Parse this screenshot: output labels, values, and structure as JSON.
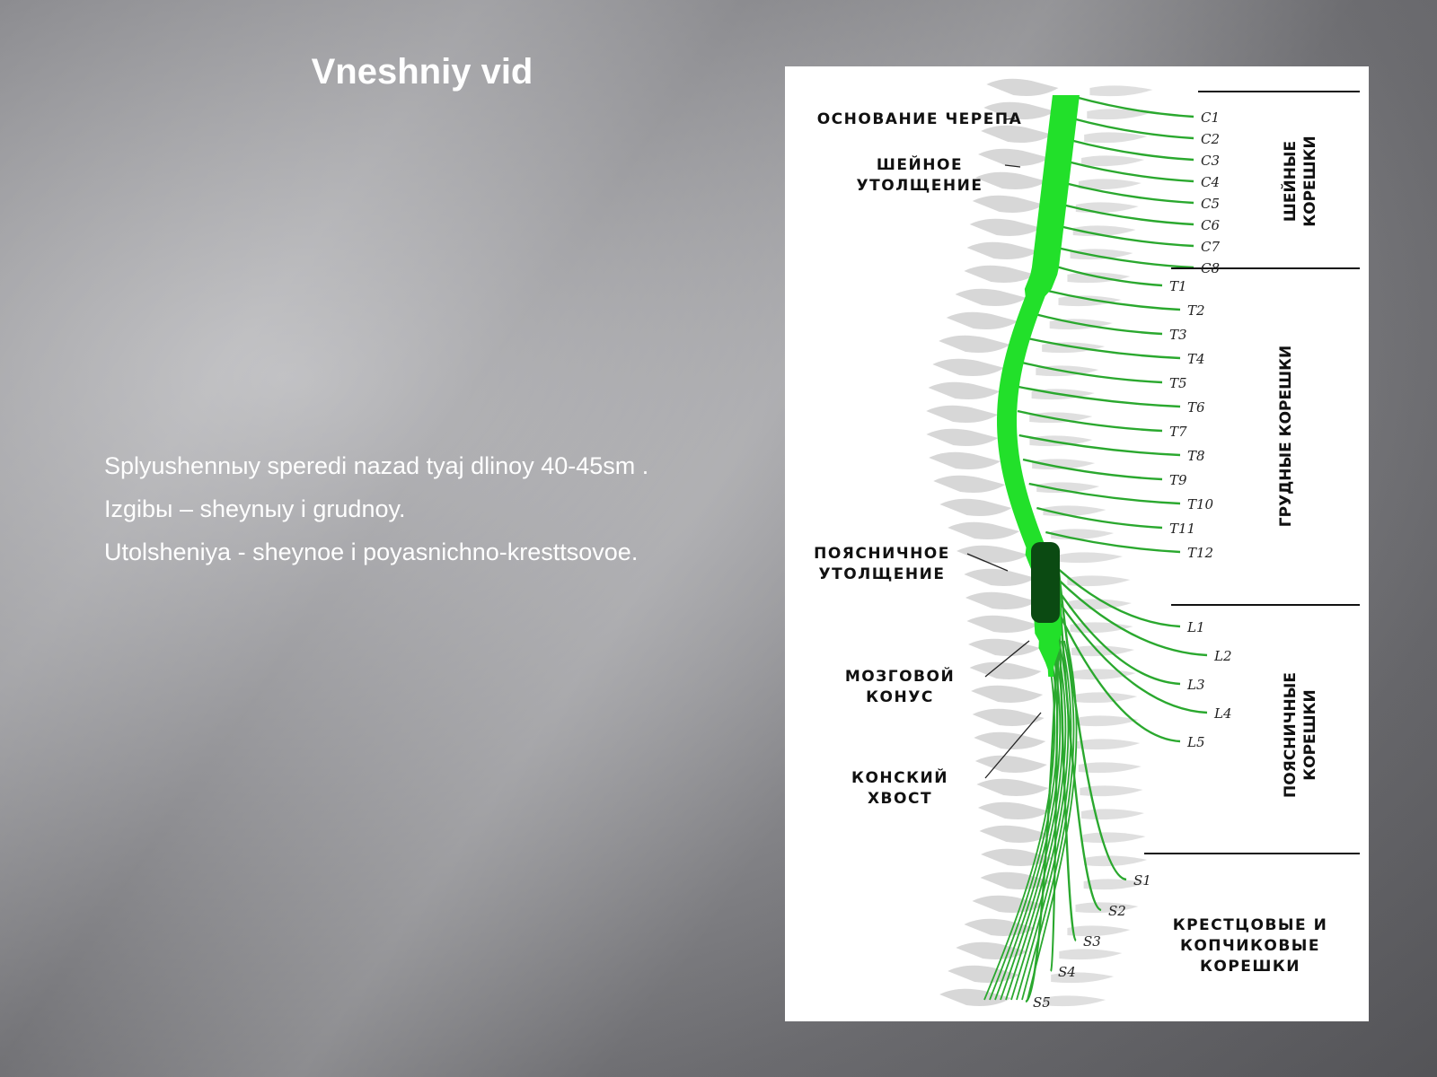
{
  "slide": {
    "title": "Vneshniy vid",
    "bullets": [
      "Splyushennыy speredi nazad tyaj dlinoy 40-45sm .",
      "Izgibы – sheynыy i grudnoy.",
      "Utolsheniya - sheynoe i poyasnichno-kresttsovoe."
    ]
  },
  "diagram": {
    "labels_left": [
      "ОСНОВАНИЕ ЧЕРЕПА",
      [
        "ШЕЙНОЕ",
        "УТОЛЩЕНИЕ"
      ],
      [
        "ПОЯСНИЧНОЕ",
        "УТОЛЩЕНИЕ"
      ],
      [
        "МОЗГОВОЙ",
        "КОНУС"
      ],
      [
        "КОНСКИЙ",
        "ХВОСТ"
      ]
    ],
    "section_labels": [
      [
        "ШЕЙНЫЕ",
        "КОРЕШКИ"
      ],
      [
        "ГРУДНЫЕ КОРЕШКИ"
      ],
      [
        "ПОЯСНИЧНЫЕ",
        "КОРЕШКИ"
      ],
      [
        "КРЕСТЦОВЫЕ И",
        "КОПЧИКОВЫЕ",
        "КОРЕШКИ"
      ]
    ],
    "root_labels": {
      "cervical": [
        "C1",
        "C2",
        "C3",
        "C4",
        "C5",
        "C6",
        "C7",
        "C8"
      ],
      "thoracic": [
        "T1",
        "T2",
        "T3",
        "T4",
        "T5",
        "T6",
        "T7",
        "T8",
        "T9",
        "T10",
        "T11",
        "T12"
      ],
      "lumbar": [
        "L1",
        "L2",
        "L3",
        "L4",
        "L5"
      ],
      "sacral": [
        "S1",
        "S2",
        "S3",
        "S4",
        "S5"
      ]
    },
    "colors": {
      "cord": "#22e02a",
      "enlargement": "#0b4a12",
      "root": "#2aa82e",
      "bone": "#c9c9c9"
    }
  }
}
